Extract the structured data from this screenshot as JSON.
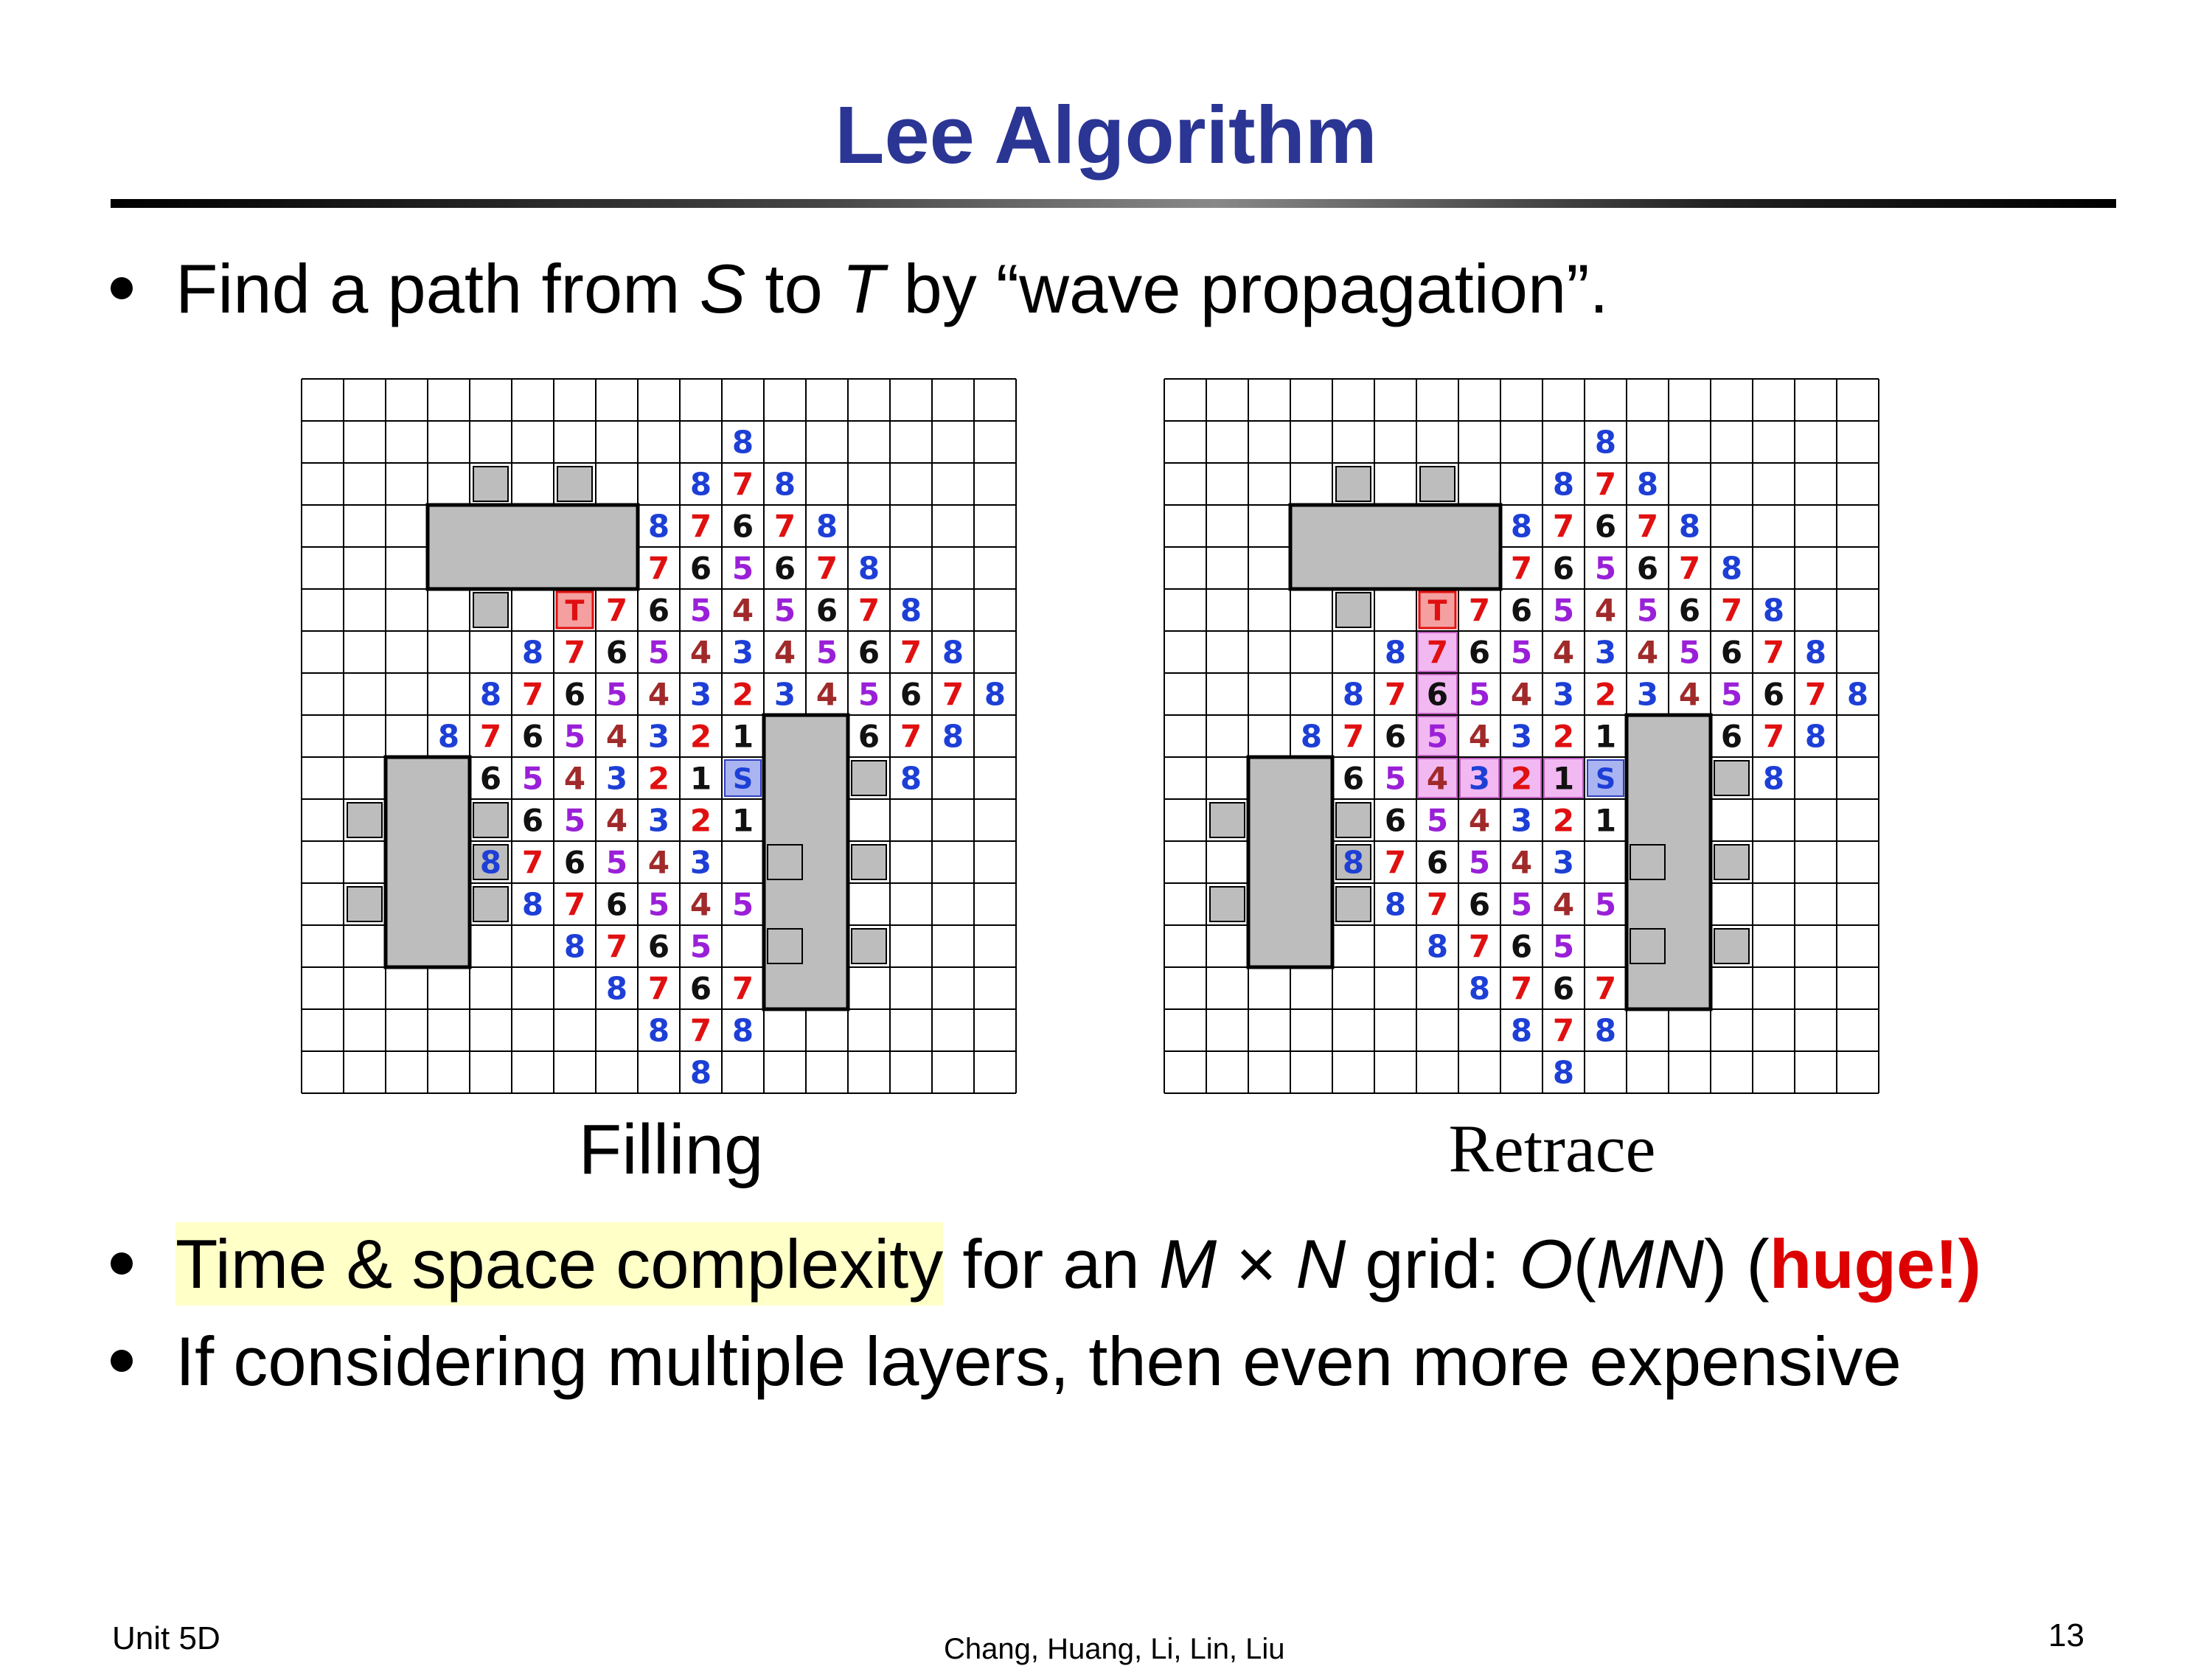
{
  "slide": {
    "title": "Lee Algorithm",
    "bullet1": {
      "pre": "Find a path from ",
      "s": "S",
      "mid1": " to ",
      "t": "T",
      "post": " by “wave propagation”."
    },
    "bullet2": {
      "highlight": "Time & space complexity",
      "mid": " for an ",
      "m": "M",
      "times": " × ",
      "n": "N",
      "grid": " grid: ",
      "o": "O",
      "open": "(",
      "mn": "MN",
      "close": ") (",
      "huge": "huge!",
      "end": ")"
    },
    "bullet3": "If considering multiple layers, then even more expensive",
    "caption_filling": "Filling",
    "caption_retrace": "Retrace",
    "footer_left": "Unit 5D",
    "footer_center": "Chang, Huang, Li, Lin, Liu",
    "footer_right": "13"
  },
  "figure": {
    "cols": 17,
    "rows": 17,
    "colors": {
      "8": "#1d3fd6",
      "7": "#e01010",
      "6": "#111111",
      "5": "#9a20d8",
      "4": "#a02a2a",
      "3": "#1d3fd6",
      "2": "#e01010",
      "1": "#111111"
    },
    "labels": [
      [
        10,
        1,
        "8"
      ],
      [
        9,
        2,
        "8"
      ],
      [
        10,
        2,
        "7"
      ],
      [
        11,
        2,
        "8"
      ],
      [
        8,
        3,
        "8"
      ],
      [
        9,
        3,
        "7"
      ],
      [
        10,
        3,
        "6"
      ],
      [
        11,
        3,
        "7"
      ],
      [
        12,
        3,
        "8"
      ],
      [
        8,
        4,
        "7"
      ],
      [
        9,
        4,
        "6"
      ],
      [
        10,
        4,
        "5"
      ],
      [
        11,
        4,
        "6"
      ],
      [
        12,
        4,
        "7"
      ],
      [
        13,
        4,
        "8"
      ],
      [
        7,
        5,
        "7"
      ],
      [
        8,
        5,
        "6"
      ],
      [
        9,
        5,
        "5"
      ],
      [
        10,
        5,
        "4"
      ],
      [
        11,
        5,
        "5"
      ],
      [
        12,
        5,
        "6"
      ],
      [
        13,
        5,
        "7"
      ],
      [
        14,
        5,
        "8"
      ],
      [
        5,
        6,
        "8"
      ],
      [
        6,
        6,
        "7"
      ],
      [
        7,
        6,
        "6"
      ],
      [
        8,
        6,
        "5"
      ],
      [
        9,
        6,
        "4"
      ],
      [
        10,
        6,
        "3"
      ],
      [
        11,
        6,
        "4"
      ],
      [
        12,
        6,
        "5"
      ],
      [
        13,
        6,
        "6"
      ],
      [
        14,
        6,
        "7"
      ],
      [
        15,
        6,
        "8"
      ],
      [
        4,
        7,
        "8"
      ],
      [
        5,
        7,
        "7"
      ],
      [
        6,
        7,
        "6"
      ],
      [
        7,
        7,
        "5"
      ],
      [
        8,
        7,
        "4"
      ],
      [
        9,
        7,
        "3"
      ],
      [
        10,
        7,
        "2"
      ],
      [
        11,
        7,
        "3"
      ],
      [
        12,
        7,
        "4"
      ],
      [
        13,
        7,
        "5"
      ],
      [
        14,
        7,
        "6"
      ],
      [
        15,
        7,
        "7"
      ],
      [
        16,
        7,
        "8"
      ],
      [
        3,
        8,
        "8"
      ],
      [
        4,
        8,
        "7"
      ],
      [
        5,
        8,
        "6"
      ],
      [
        6,
        8,
        "5"
      ],
      [
        7,
        8,
        "4"
      ],
      [
        8,
        8,
        "3"
      ],
      [
        9,
        8,
        "2"
      ],
      [
        10,
        8,
        "1"
      ],
      [
        13,
        8,
        "6"
      ],
      [
        14,
        8,
        "7"
      ],
      [
        15,
        8,
        "8"
      ],
      [
        4,
        9,
        "6"
      ],
      [
        5,
        9,
        "5"
      ],
      [
        6,
        9,
        "4"
      ],
      [
        7,
        9,
        "3"
      ],
      [
        8,
        9,
        "2"
      ],
      [
        9,
        9,
        "1"
      ],
      [
        14,
        9,
        "8"
      ],
      [
        5,
        10,
        "6"
      ],
      [
        6,
        10,
        "5"
      ],
      [
        7,
        10,
        "4"
      ],
      [
        8,
        10,
        "3"
      ],
      [
        9,
        10,
        "2"
      ],
      [
        10,
        10,
        "1"
      ],
      [
        4,
        11,
        "8"
      ],
      [
        5,
        11,
        "7"
      ],
      [
        6,
        11,
        "6"
      ],
      [
        7,
        11,
        "5"
      ],
      [
        8,
        11,
        "4"
      ],
      [
        9,
        11,
        "3"
      ],
      [
        5,
        12,
        "8"
      ],
      [
        6,
        12,
        "7"
      ],
      [
        7,
        12,
        "6"
      ],
      [
        8,
        12,
        "5"
      ],
      [
        9,
        12,
        "4"
      ],
      [
        10,
        12,
        "5"
      ],
      [
        6,
        13,
        "8"
      ],
      [
        7,
        13,
        "7"
      ],
      [
        8,
        13,
        "6"
      ],
      [
        9,
        13,
        "5"
      ],
      [
        7,
        14,
        "8"
      ],
      [
        8,
        14,
        "7"
      ],
      [
        9,
        14,
        "6"
      ],
      [
        10,
        14,
        "7"
      ],
      [
        8,
        15,
        "8"
      ],
      [
        9,
        15,
        "7"
      ],
      [
        10,
        15,
        "8"
      ],
      [
        9,
        16,
        "8"
      ]
    ],
    "source": {
      "col": 10,
      "row": 9,
      "label": "S"
    },
    "target": {
      "col": 6,
      "row": 5,
      "label": "T"
    },
    "retrace_path": [
      [
        6,
        6
      ],
      [
        6,
        7
      ],
      [
        6,
        8
      ],
      [
        6,
        9
      ],
      [
        7,
        9
      ],
      [
        8,
        9
      ],
      [
        9,
        9
      ]
    ]
  }
}
